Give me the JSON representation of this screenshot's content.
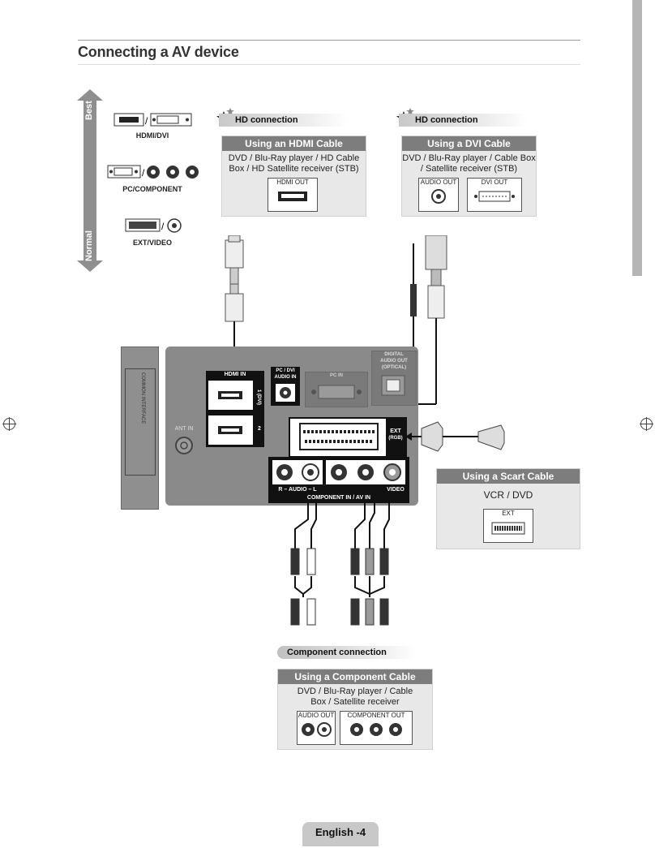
{
  "page": {
    "title": "Connecting a AV device",
    "footer": "English -4"
  },
  "quality_scale": {
    "best": "Best",
    "normal": "Normal",
    "items": [
      {
        "label": "HDMI/DVI"
      },
      {
        "label": "PC/COMPONENT"
      },
      {
        "label": "EXT/VIDEO"
      }
    ]
  },
  "hdmi_section": {
    "tag": "HD connection",
    "card_title": "Using an HDMI Cable",
    "description_line1": "DVD / Blu-Ray player / HD Cable",
    "description_line2": "Box / HD Satellite receiver (STB)",
    "port": "HDMI OUT"
  },
  "dvi_section": {
    "tag": "HD connection",
    "card_title": "Using a DVI Cable",
    "description_line1": "DVD / Blu-Ray player / Cable Box",
    "description_line2": "/ Satellite receiver (STB)",
    "port_audio": "AUDIO OUT",
    "port_dvi": "DVI OUT"
  },
  "tv_panel": {
    "common_interface": "COMMON INTERFACE",
    "hdmi_in": "HDMI IN",
    "hdmi_1": "1 (DVI)",
    "hdmi_2": "2",
    "pc_dvi_audio_in_line1": "PC / DVI",
    "pc_dvi_audio_in_line2": "AUDIO IN",
    "pc_in": "PC IN",
    "digital_audio_line1": "DIGITAL",
    "digital_audio_line2": "AUDIO OUT",
    "digital_audio_line3": "(OPTICAL)",
    "ant_in": "ANT IN",
    "ext_line1": "EXT",
    "ext_line2": "(RGB)",
    "audio": "R – AUDIO – L",
    "video": "VIDEO",
    "component_in": "COMPONENT IN / AV IN"
  },
  "scart_section": {
    "card_title": "Using a Scart Cable",
    "description": "VCR / DVD",
    "port": "EXT"
  },
  "component_section": {
    "tag": "Component connection",
    "card_title": "Using a Component Cable",
    "description_line1": "DVD / Blu-Ray player / Cable",
    "description_line2": "Box / Satellite receiver",
    "port_audio": "AUDIO OUT",
    "port_component": "COMPONENT OUT"
  },
  "colors": {
    "card_header": "#7d7d7d",
    "card_body": "#e8e8e8",
    "panel": "#8a8a8a",
    "panel_dark": "#111111"
  }
}
